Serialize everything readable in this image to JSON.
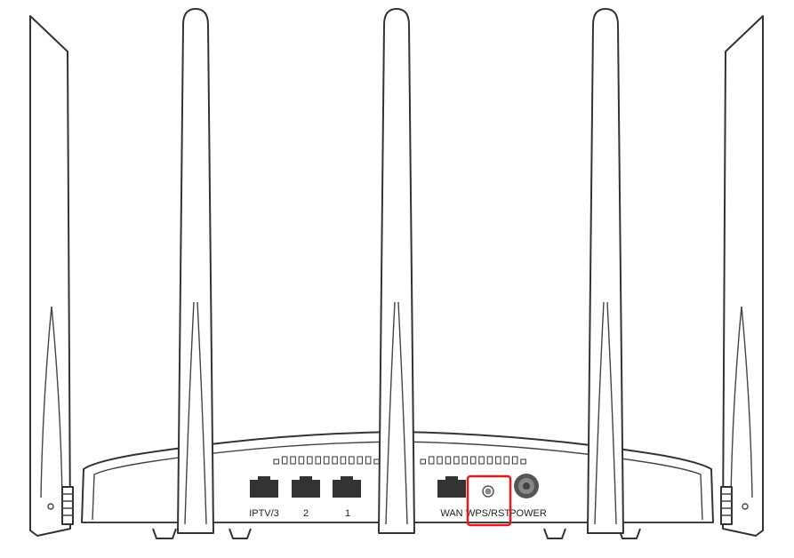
{
  "device": {
    "ports": [
      {
        "label": "IPTV/3"
      },
      {
        "label": "2"
      },
      {
        "label": "1"
      },
      {
        "label": "WAN"
      }
    ],
    "buttons": {
      "wps_rst_label": "WPS/RST",
      "power_label": "POWER"
    },
    "highlight": {
      "target": "WPS/RST",
      "color": "#e8191e"
    },
    "colors": {
      "outline": "#333333",
      "background": "#ffffff"
    }
  }
}
